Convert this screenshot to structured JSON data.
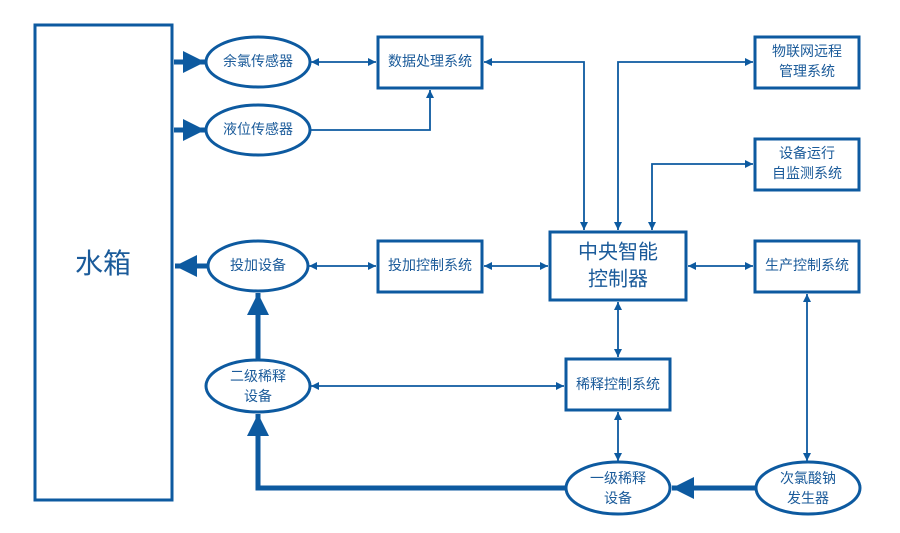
{
  "colors": {
    "stroke": "#0d5aa0",
    "text": "#1b5b9a",
    "background": "#ffffff"
  },
  "nodes": {
    "water_tank": {
      "label": "水箱"
    },
    "chlorine_sensor": {
      "label": "余氯传感器"
    },
    "level_sensor": {
      "label": "液位传感器"
    },
    "dosing_device": {
      "label": "投加设备"
    },
    "secondary_dilution": {
      "lines": [
        "二级稀释",
        "设备"
      ]
    },
    "data_processing": {
      "label": "数据处理系统"
    },
    "dosing_control": {
      "label": "投加控制系统"
    },
    "central_controller": {
      "lines": [
        "中央智能",
        "控制器"
      ]
    },
    "iot_remote": {
      "lines": [
        "物联网远程",
        "管理系统"
      ]
    },
    "self_monitor": {
      "lines": [
        "设备运行",
        "自监测系统"
      ]
    },
    "production_control": {
      "label": "生产控制系统"
    },
    "dilution_control": {
      "label": "稀释控制系统"
    },
    "primary_dilution": {
      "lines": [
        "一级稀释",
        "设备"
      ]
    },
    "hypochlorite_generator": {
      "lines": [
        "次氯酸钠",
        "发生器"
      ]
    }
  }
}
